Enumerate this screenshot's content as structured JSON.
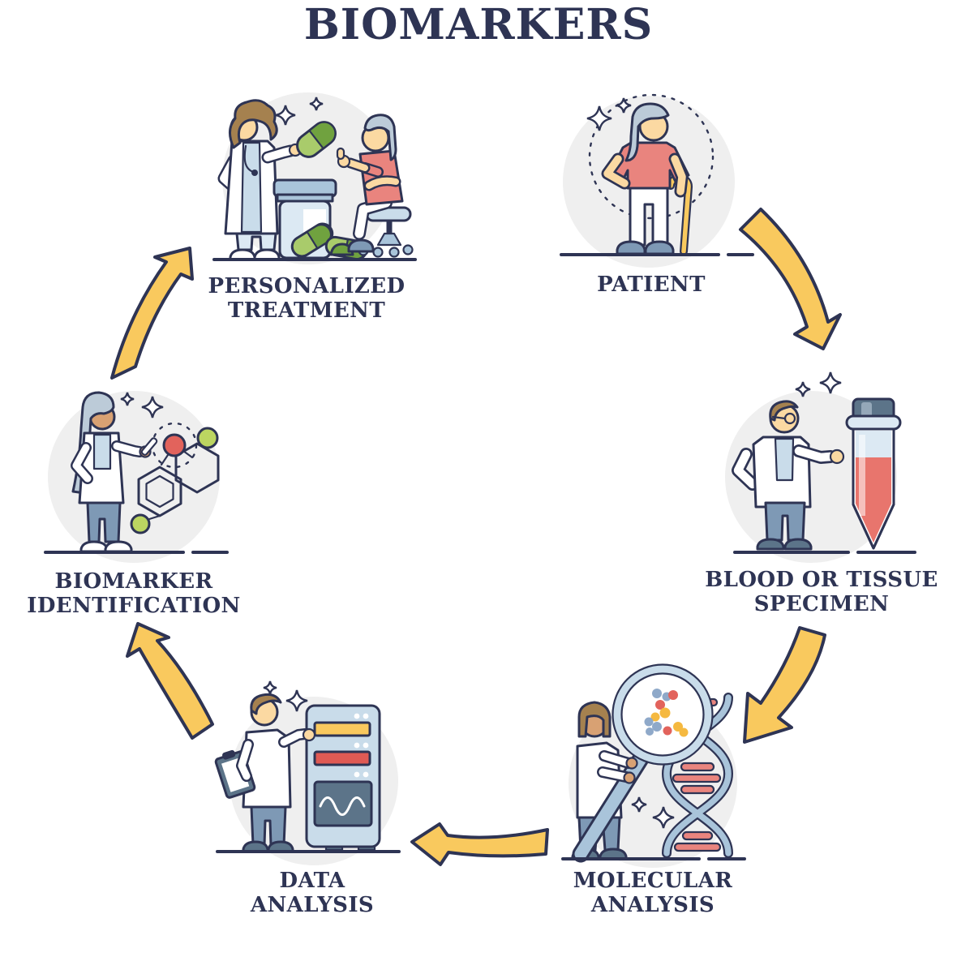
{
  "title": "BIOMARKERS",
  "stages": [
    {
      "id": "patient",
      "label_line1": "PATIENT",
      "label_line2": ""
    },
    {
      "id": "blood-or-tissue-specimen",
      "label_line1": "BLOOD OR TISSUE",
      "label_line2": "SPECIMEN"
    },
    {
      "id": "molecular-analysis",
      "label_line1": "MOLECULAR",
      "label_line2": "ANALYSIS"
    },
    {
      "id": "data-analysis",
      "label_line1": "DATA",
      "label_line2": "ANALYSIS"
    },
    {
      "id": "biomarker-identification",
      "label_line1": "BIOMARKER",
      "label_line2": "IDENTIFICATION"
    },
    {
      "id": "personalized-treatment",
      "label_line1": "PERSONALIZED",
      "label_line2": "TREATMENT"
    }
  ],
  "arrows": [
    {
      "from": "patient",
      "to": "blood-or-tissue-specimen"
    },
    {
      "from": "blood-or-tissue-specimen",
      "to": "molecular-analysis"
    },
    {
      "from": "molecular-analysis",
      "to": "data-analysis"
    },
    {
      "from": "data-analysis",
      "to": "biomarker-identification"
    },
    {
      "from": "biomarker-identification",
      "to": "personalized-treatment"
    }
  ],
  "colors": {
    "navy": "#2E3454",
    "yellow": "#F9C95E",
    "circle_bg": "#EFEFEF",
    "coral": "#E9847E",
    "skin_light": "#FBD9A2",
    "skin_tan": "#D8A173",
    "hair_gray": "#BCCBD8",
    "hair_brown": "#A5814F",
    "lab_coat": "#FFFFFF",
    "light_blue": "#C9DCEA",
    "pale_blue": "#DCE9F3",
    "slate_blue": "#7E99B5",
    "slate_dark": "#5C7489",
    "blood_red": "#E8756D",
    "bar_red": "#E05A54",
    "green_light": "#A9CB6B",
    "green_dark": "#70A23F",
    "lime_green": "#BCD561",
    "atom_red": "#E2635C",
    "dot_blue": "#8FA9C9",
    "dot_yellow": "#F5B940",
    "handle_blue": "#A9C4DA"
  }
}
